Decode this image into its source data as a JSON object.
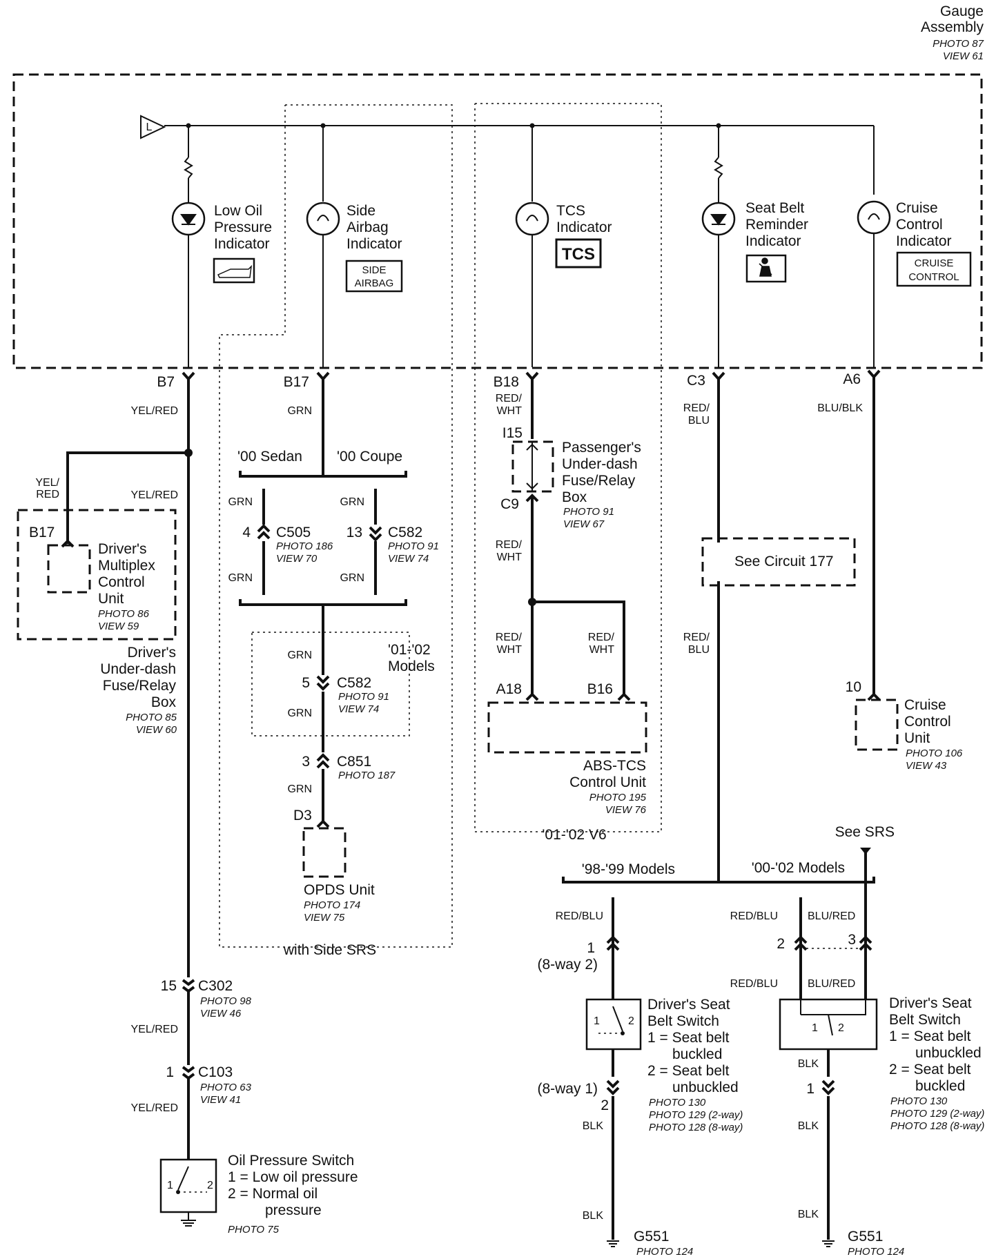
{
  "assembly": {
    "name_l1": "Gauge",
    "name_l2": "Assembly",
    "photo": "PHOTO 87",
    "view": "VIEW 61"
  },
  "feed": {
    "label": "L"
  },
  "indicators": {
    "low_oil": {
      "l1": "Low Oil",
      "l2": "Pressure",
      "l3": "Indicator"
    },
    "side_airbag": {
      "l1": "Side",
      "l2": "Airbag",
      "l3": "Indicator",
      "box1": "SIDE",
      "box2": "AIRBAG"
    },
    "tcs": {
      "l1": "TCS",
      "l2": "Indicator",
      "box": "TCS"
    },
    "seat_belt": {
      "l1": "Seat Belt",
      "l2": "Reminder",
      "l3": "Indicator"
    },
    "cruise": {
      "l1": "Cruise",
      "l2": "Control",
      "l3": "Indicator",
      "box1": "CRUISE",
      "box2": "CONTROL"
    }
  },
  "pins": {
    "b7": "B7",
    "b17": "B17",
    "b18": "B18",
    "c3": "C3",
    "a6": "A6"
  },
  "wires": {
    "yel_red": "YEL/RED",
    "yel_red_split1": "YEL/",
    "yel_red_split2": "RED",
    "grn": "GRN",
    "red": "RED/",
    "wht": "WHT",
    "red_blu_1": "RED/",
    "blu": "BLU",
    "blu_blk": "BLU/BLK",
    "red_blu": "RED/BLU",
    "blu_red": "BLU/RED",
    "blk": "BLK"
  },
  "mpcu": {
    "pin": "B17",
    "l1": "Driver's",
    "l2": "Multiplex",
    "l3": "Control",
    "l4": "Unit",
    "photo": "PHOTO 86",
    "view": "VIEW 59"
  },
  "driver_fuse_box": {
    "l1": "Driver's",
    "l2": "Under-dash",
    "l3": "Fuse/Relay",
    "l4": "Box",
    "photo": "PHOTO 85",
    "view": "VIEW 60"
  },
  "side_srs": {
    "sedan": "'00 Sedan",
    "coupe": "'00 Coupe",
    "c505_pin": "4",
    "c505": "C505",
    "c505_photo": "PHOTO 186",
    "c505_view": "VIEW 70",
    "c582_pin": "13",
    "c582": "C582",
    "c582_photo": "PHOTO 91",
    "c582_view": "VIEW 74",
    "models_l1": "'01-'02",
    "models_l2": "Models",
    "c582b_pin": "5",
    "c582b": "C582",
    "c582b_photo": "PHOTO 91",
    "c582b_view": "VIEW 74",
    "c851_pin": "3",
    "c851": "C851",
    "c851_photo": "PHOTO 187",
    "d3": "D3",
    "opds": "OPDS Unit",
    "opds_photo": "PHOTO 174",
    "opds_view": "VIEW 75",
    "frame_label": "with Side SRS"
  },
  "tcs_circuit": {
    "i15": "I15",
    "c9": "C9",
    "pass_box_l1": "Passenger's",
    "pass_box_l2": "Under-dash",
    "pass_box_l3": "Fuse/Relay",
    "pass_box_l4": "Box",
    "pass_box_photo": "PHOTO 91",
    "pass_box_view": "VIEW 67",
    "a18": "A18",
    "b16": "B16",
    "abs_l1": "ABS-TCS",
    "abs_l2": "Control Unit",
    "abs_photo": "PHOTO 195",
    "abs_view": "VIEW 76",
    "frame_label": "'01-'02 V6"
  },
  "see_circuit": "See Circuit 177",
  "cruise_unit": {
    "pin": "10",
    "l1": "Cruise",
    "l2": "Control",
    "l3": "Unit",
    "photo": "PHOTO 106",
    "view": "VIEW 43"
  },
  "oil": {
    "c302_pin": "15",
    "c302": "C302",
    "c302_photo": "PHOTO 98",
    "c302_view": "VIEW 46",
    "c103_pin": "1",
    "c103": "C103",
    "c103_photo": "PHOTO 63",
    "c103_view": "VIEW 41",
    "switch_title": "Oil Pressure Switch",
    "pos1": "1 = Low oil pressure",
    "pos2_l1": "2 = Normal oil",
    "pos2_l2": "pressure",
    "photo": "PHOTO 75",
    "sw_pin1": "1",
    "sw_pin2": "2"
  },
  "seat_belt_switch": {
    "models_98": "'98-'99 Models",
    "models_00": "'00-'02 Models",
    "see_srs": "See SRS",
    "l_pin1": "1",
    "l_pin1_note": "(8-way 2)",
    "l_pin2_note": "(8-way 1)",
    "l_pin2": "2",
    "r_pin2": "2",
    "r_pin3": "3",
    "r_pin1": "1",
    "sw1": "1",
    "sw2": "2",
    "left_title_l1": "Driver's Seat",
    "left_title_l2": "Belt Switch",
    "left_pos1_l1": "1 = Seat belt",
    "left_pos1_l2": "buckled",
    "left_pos2_l1": "2 = Seat belt",
    "left_pos2_l2": "unbuckled",
    "left_photo1": "PHOTO 130",
    "left_photo2": "PHOTO 129 (2-way)",
    "left_photo3": "PHOTO 128 (8-way)",
    "right_title_l1": "Driver's Seat",
    "right_title_l2": "Belt Switch",
    "right_pos1_l1": "1 = Seat belt",
    "right_pos1_l2": "unbuckled",
    "right_pos2_l1": "2 = Seat belt",
    "right_pos2_l2": "buckled",
    "right_photo1": "PHOTO 130",
    "right_photo2": "PHOTO 129 (2-way)",
    "right_photo3": "PHOTO 128 (8-way)"
  },
  "grounds": {
    "left": "G551",
    "left_photo": "PHOTO 124",
    "right": "G551",
    "right_photo": "PHOTO 124"
  }
}
